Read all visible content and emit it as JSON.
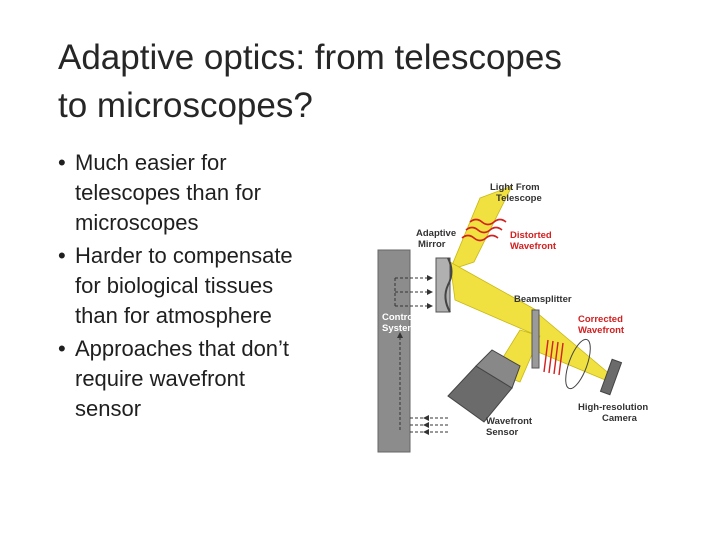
{
  "slide": {
    "title_line1": "Adaptive optics: from telescopes",
    "title_line2": "to microscopes?",
    "bullets": [
      {
        "marker": "•",
        "lines": [
          "Much easier for",
          "telescopes than for",
          "microscopes"
        ]
      },
      {
        "marker": "•",
        "lines": [
          "Harder to compensate",
          "for biological tissues",
          "than for atmosphere"
        ]
      },
      {
        "marker": "•",
        "lines": [
          "Approaches that don’t",
          "require wavefront",
          "sensor"
        ]
      }
    ]
  },
  "diagram": {
    "labels": {
      "light_from_telescope": [
        "Light From",
        "Telescope"
      ],
      "distorted_wavefront": [
        "Distorted",
        "Wavefront"
      ],
      "adaptive_mirror": [
        "Adaptive",
        "Mirror"
      ],
      "beamsplitter": "Beamsplitter",
      "corrected_wavefront": [
        "Corrected",
        "Wavefront"
      ],
      "control_system": [
        "Control",
        "System"
      ],
      "high_resolution_camera": [
        "High-resolution",
        "Camera"
      ],
      "wavefront_sensor": [
        "Wavefront",
        "Sensor"
      ]
    },
    "colors": {
      "beam": "#f0e040",
      "beam_dark": "#c8b810",
      "wavefront_red": "#d32020",
      "panel": "#8c8c8c",
      "device": "#6b6b6b",
      "label_dark": "#333333"
    }
  }
}
